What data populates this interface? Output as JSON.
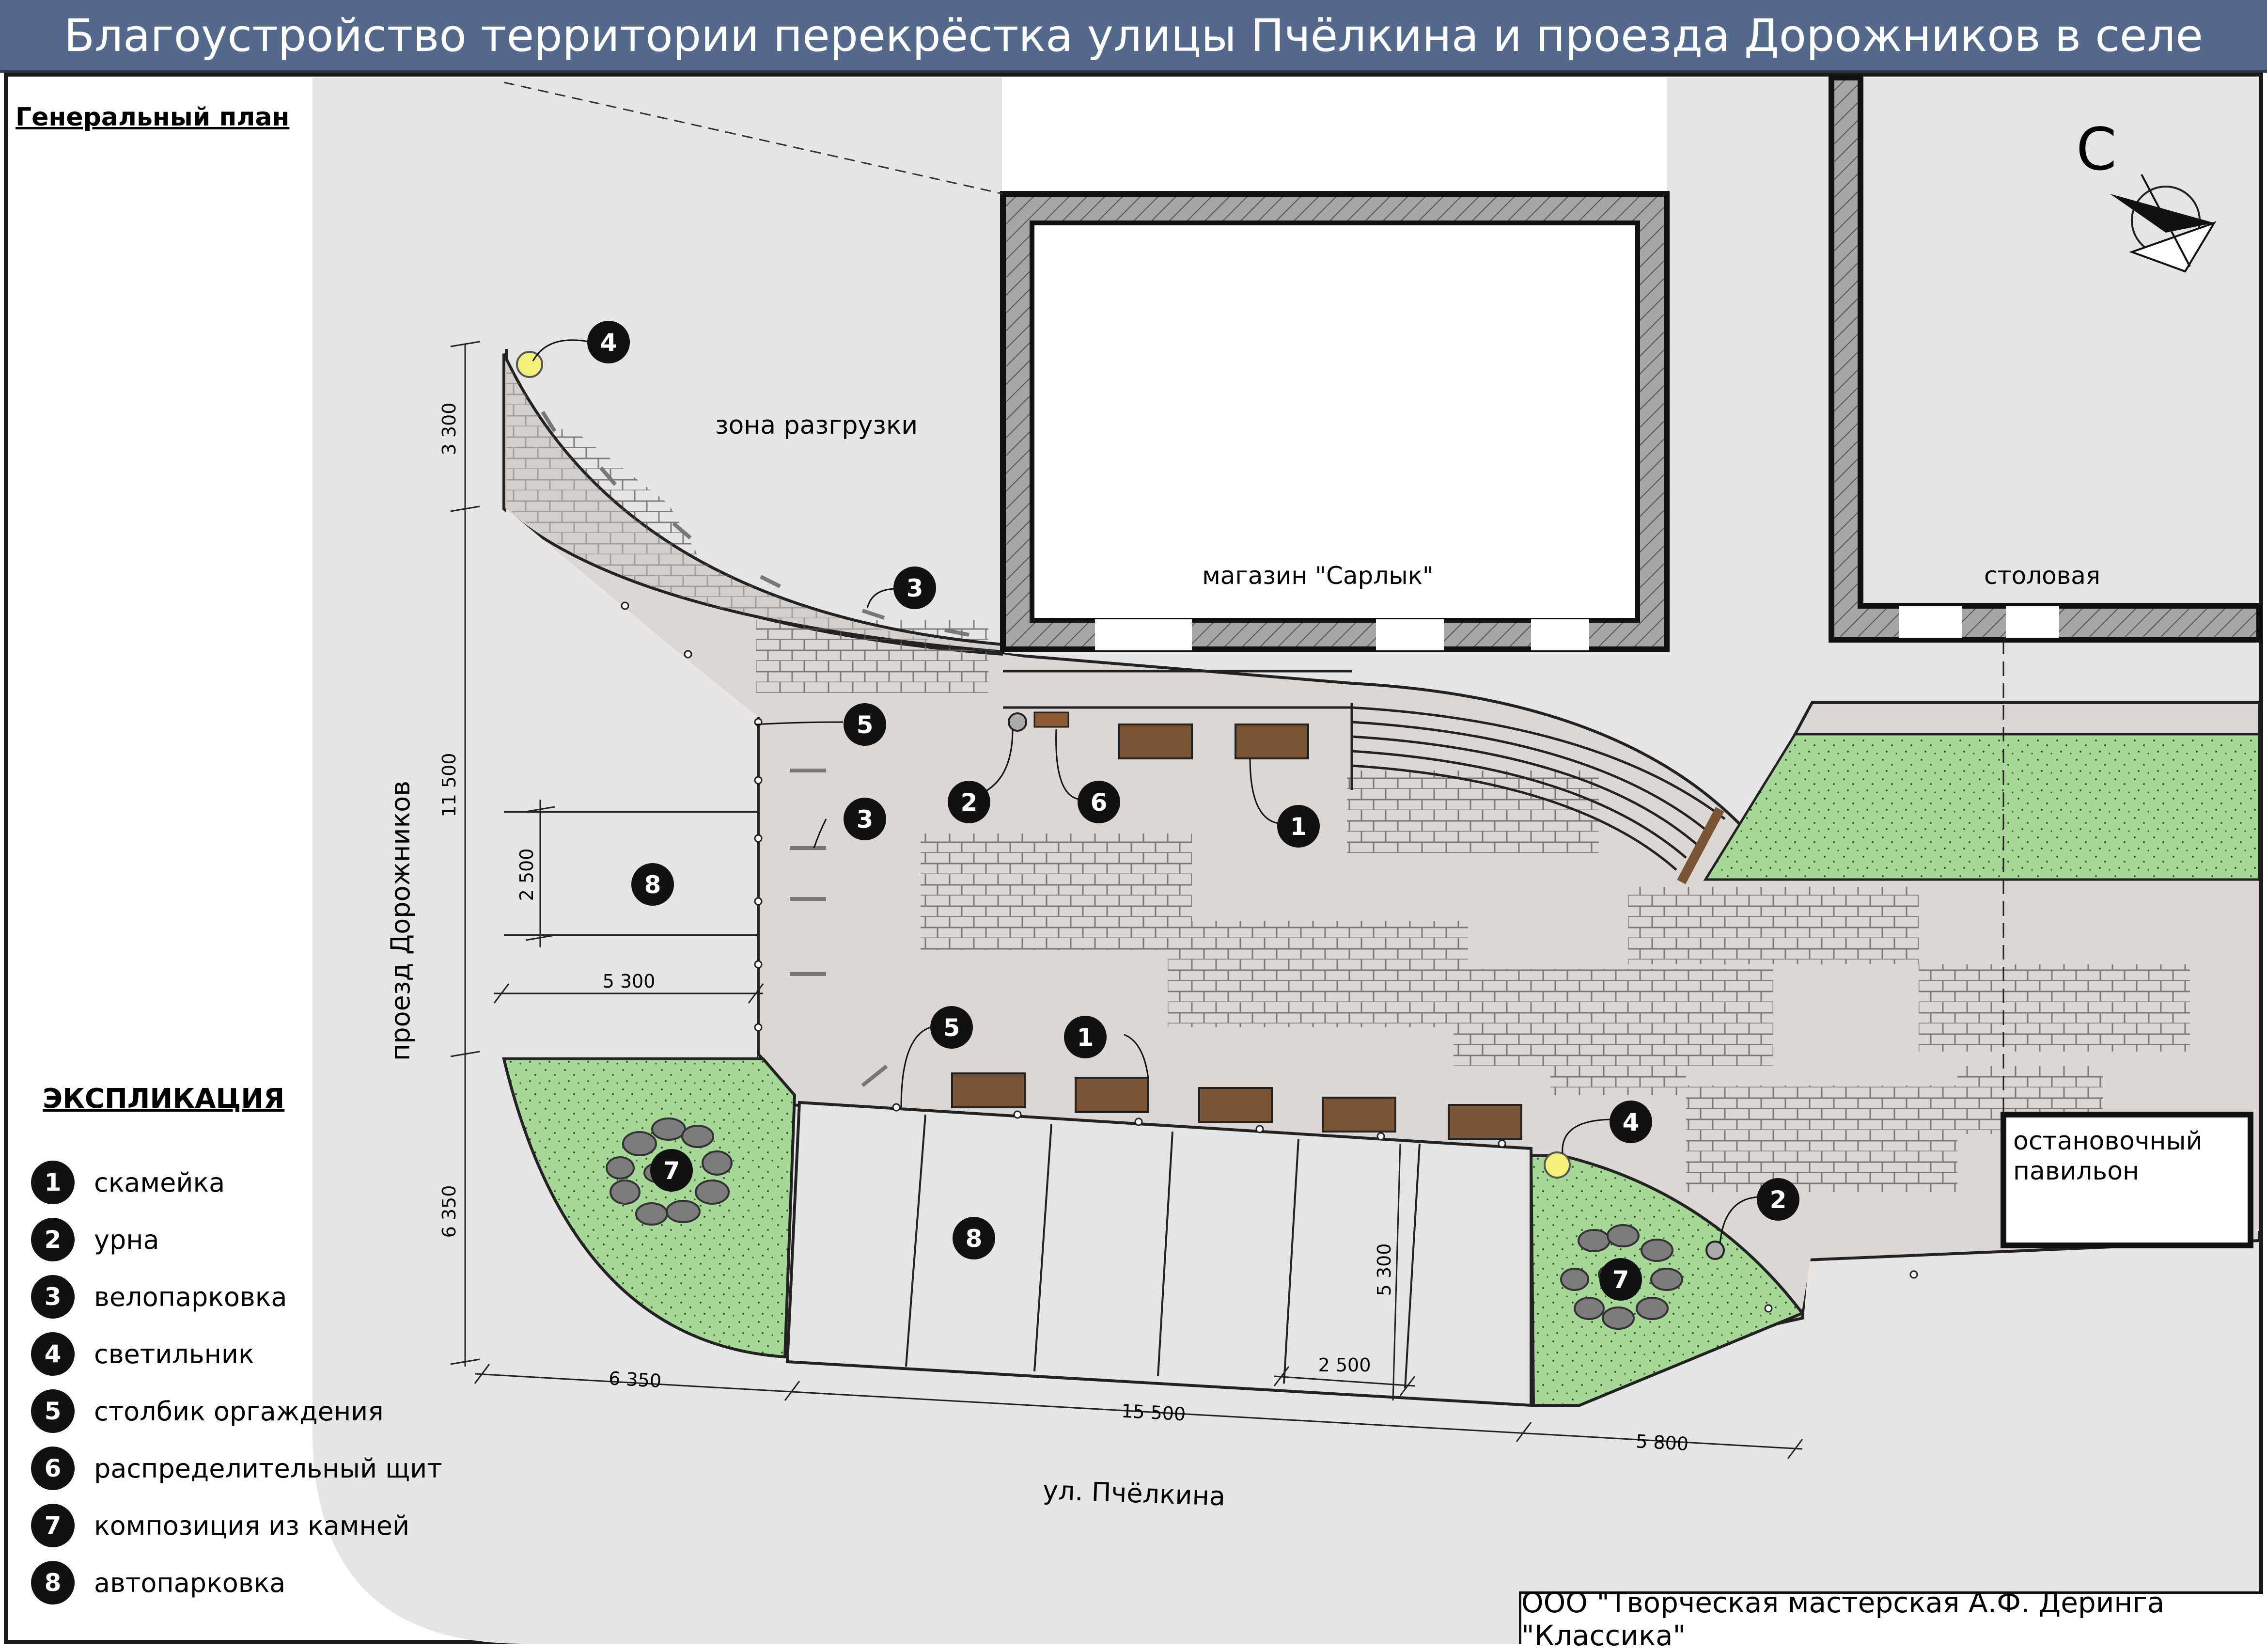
{
  "title": "Благоустройство территории перекрёстка улицы Пчёлкина и проезда Дорожников в селе Чемал",
  "plan_heading": "Генеральный план",
  "north_letter": "С",
  "labels": {
    "unloading_zone": "зона разгрузки",
    "shop": "магазин \"Сарлык\"",
    "canteen": "столовая",
    "road_vertical": "проезд Дорожников",
    "street": "ул. Пчёлкина",
    "bus_stop_line1": "остановочный",
    "bus_stop_line2": "павильон"
  },
  "dimensions": {
    "d_3300": "3 300",
    "d_11500": "11 500",
    "d_6350_v": "6 350",
    "d_2500_v": "2 500",
    "d_5300_h": "5 300",
    "d_6350_h": "6 350",
    "d_15500": "15 500",
    "d_5800": "5 800",
    "d_2500_h": "2 500",
    "d_5300_v": "5 300"
  },
  "markers": {
    "bench": "1",
    "urn": "2",
    "bike": "3",
    "lamp": "4",
    "post": "5",
    "panel": "6",
    "stones": "7",
    "parking": "8"
  },
  "legend": {
    "heading": "ЭКСПЛИКАЦИЯ",
    "items": [
      {
        "num": "1",
        "label": "скамейка"
      },
      {
        "num": "2",
        "label": "урна"
      },
      {
        "num": "3",
        "label": "велопарковка"
      },
      {
        "num": "4",
        "label": "светильник"
      },
      {
        "num": "5",
        "label": "столбик оргаждения"
      },
      {
        "num": "6",
        "label": "распределительный щит"
      },
      {
        "num": "7",
        "label": "композиция из камней"
      },
      {
        "num": "8",
        "label": "автопарковка"
      }
    ]
  },
  "company": "ООО \"Творческая мастерская А.Ф. Деринга \"Классика\"",
  "colors": {
    "title_bar": "#55698c",
    "road": "#e7e5e3",
    "plaza": "#dcd7d4",
    "lawn": "#a7d89a",
    "wall": "#a0a0a0",
    "bench": "#7a5535",
    "lamp": "#f3f07a"
  }
}
